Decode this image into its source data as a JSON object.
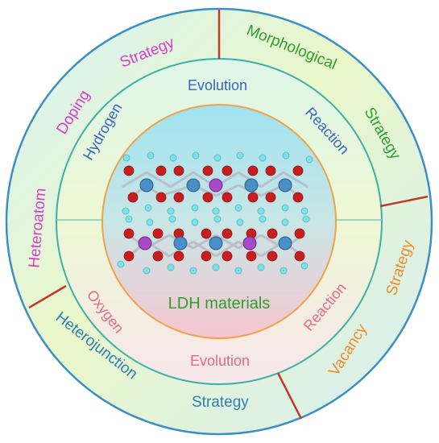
{
  "outer_ring": {
    "doping": {
      "word1": "Doping",
      "word2": "Strategy",
      "color": "#d63fc8"
    },
    "morphological": {
      "word1": "Morphological",
      "word2": "Strategy",
      "color": "#2f9e2f"
    },
    "vacancy": {
      "word1": "Vacancy",
      "word2": "Strategy",
      "color": "#ef8a26"
    },
    "heterojunction": {
      "word1": "Heterojunction",
      "word2": "Strategy",
      "color": "#2f7fb5"
    },
    "heteroatom": {
      "word": "Heteroatom",
      "color": "#d63fc8"
    }
  },
  "middle_ring": {
    "her": {
      "word1": "Hydrogen",
      "word2": "Evolution",
      "word3": "Reaction",
      "color": "#3566c0"
    },
    "oer": {
      "word1": "Oxygen",
      "word2": "Evolution",
      "word3": "Reaction",
      "color": "#e26a8a"
    }
  },
  "core": {
    "label": "LDH materials",
    "color": "#2f9e2f"
  },
  "colors": {
    "divider": "#c0392b",
    "ring_stroke": "#3a8fc4",
    "metal_blue": "#4a8fc8",
    "metal_purple": "#a74ac8",
    "oxygen": "#c81e1e",
    "hydrogen": "#7fe0e6"
  }
}
